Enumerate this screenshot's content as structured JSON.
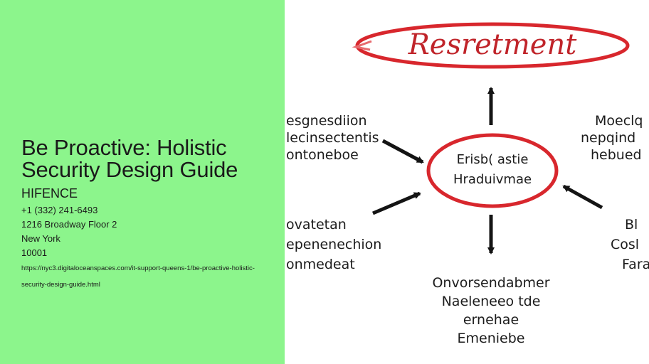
{
  "page": {
    "title": "Be Proactive: Holistic Security Design Guide",
    "company": "HIFENCE",
    "phone": "+1 (332) 241-6493",
    "address_line": "1216 Broadway Floor 2",
    "city": "New York",
    "zip": "10001",
    "url": "https://nyc3.digitaloceanspaces.com/it-support-queens-1/be-proactive-holistic-security-design-guide.html"
  },
  "image": {
    "banner_text": "Resretment",
    "center_lines": [
      "Erisb( astie",
      "Hraduivmae"
    ],
    "top_left_lines": [
      "esgnesdiion",
      "lecinsectentis",
      "ontoneboe"
    ],
    "top_right_lines": [
      "Moeclq",
      "nepqind",
      "hebued"
    ],
    "bottom_left_lines": [
      "ovatetan",
      "epenenechion",
      "onmedeat"
    ],
    "bottom_right_lines": [
      "Bl",
      "Cosl",
      "Fara"
    ],
    "bottom_lines": [
      "Onvorsendabmer",
      "Naeleneeo tde",
      "ernehae",
      "Emeniebe"
    ],
    "colors": {
      "ring": "#d8272d",
      "arrow": "#141414",
      "panel": "#8cf58c"
    }
  }
}
